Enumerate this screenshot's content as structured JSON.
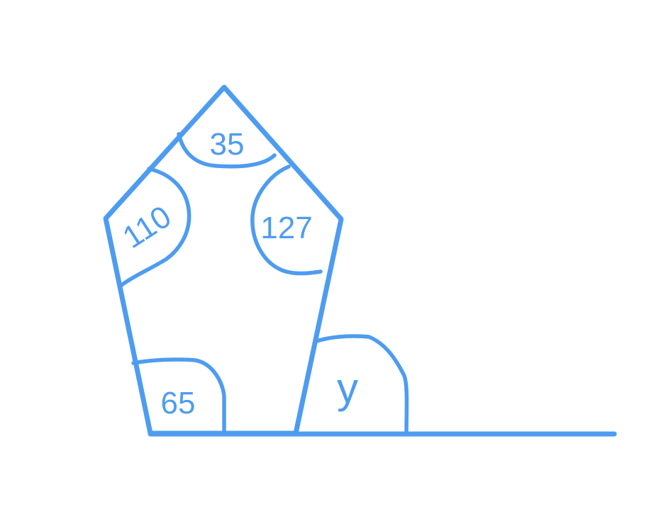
{
  "colors": {
    "line": "#4e9cf0",
    "background": "#ffffff"
  },
  "angles": {
    "top": "35",
    "upper_left": "110",
    "upper_right": "127",
    "bottom_left": "65",
    "exterior": "y"
  }
}
